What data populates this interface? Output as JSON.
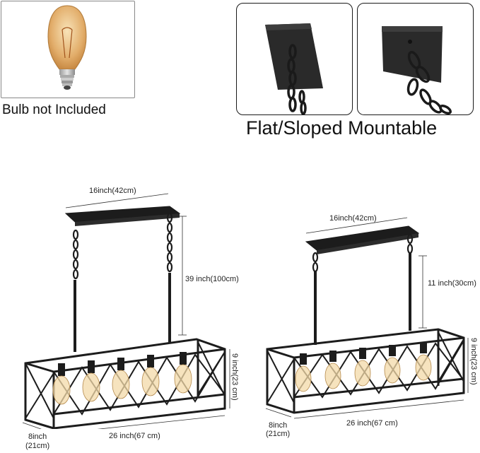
{
  "captions": {
    "bulb": "Bulb not Included",
    "mount": "Flat/Sloped Mountable"
  },
  "fixture_long": {
    "canopy_width": "16inch(42cm)",
    "chain_length": "39 inch(100cm)",
    "cage_height": "9 inch(23 cm)",
    "cage_length": "26 inch(67 cm)",
    "cage_depth_in": "8inch",
    "cage_depth_cm": "(21cm)"
  },
  "fixture_short": {
    "canopy_width": "16inch(42cm)",
    "chain_length": "11 inch(30cm)",
    "cage_height": "9 inch(23 cm)",
    "cage_length": "26 inch(67 cm)",
    "cage_depth_in": "8inch",
    "cage_depth_cm": "(21cm)"
  },
  "colors": {
    "metal": "#1c1c1c",
    "bulb_glass": "#e8b877",
    "bulb_glow": "#f3d9a8"
  },
  "icons": [
    "edison-bulb-icon",
    "flat-mount-icon",
    "sloped-mount-icon"
  ]
}
